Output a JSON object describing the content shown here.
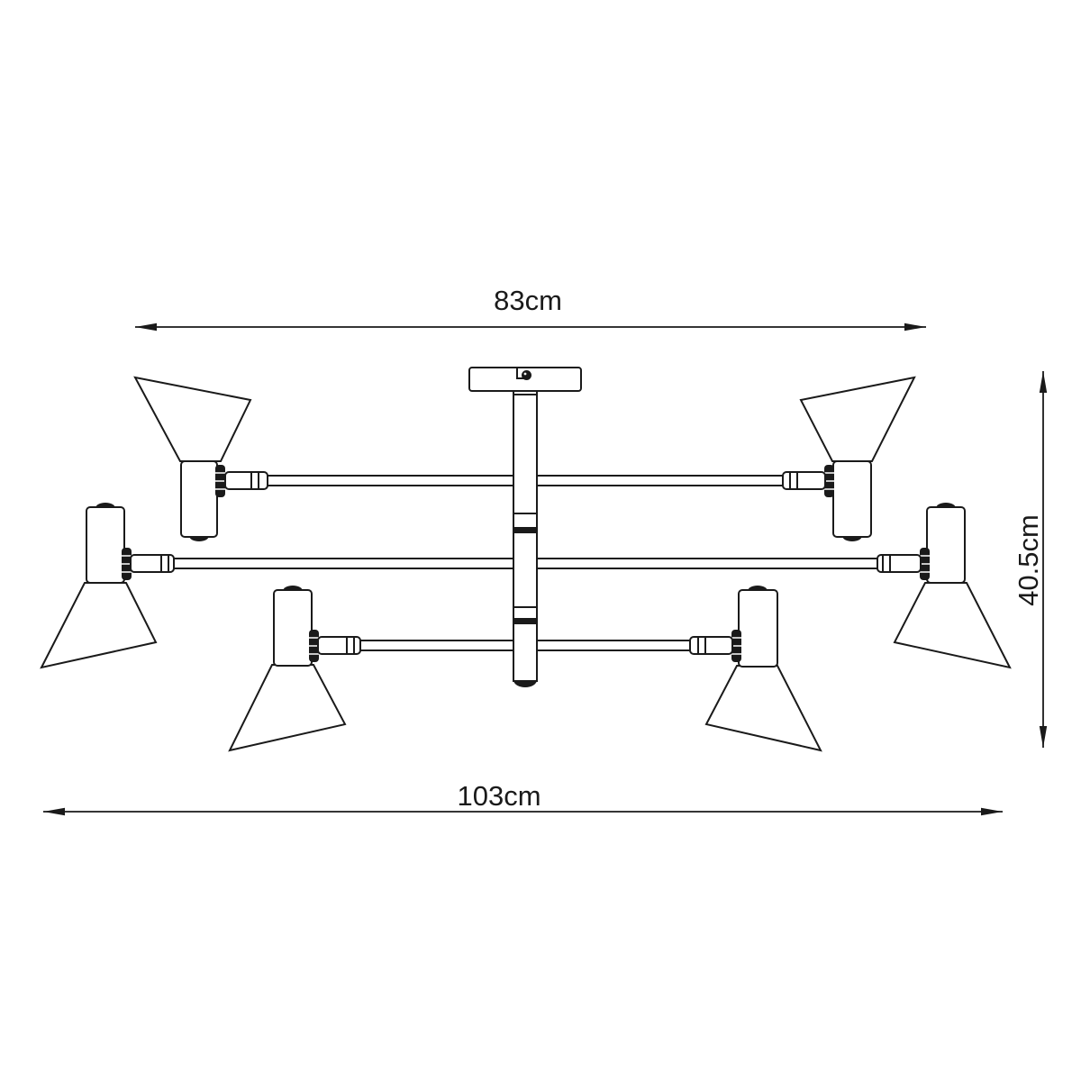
{
  "diagram": {
    "dimensions": {
      "top_width": "83cm",
      "bottom_width": "103cm",
      "side_height": "40.5cm"
    },
    "colors": {
      "line": "#1a1a1a",
      "background": "#ffffff"
    }
  }
}
